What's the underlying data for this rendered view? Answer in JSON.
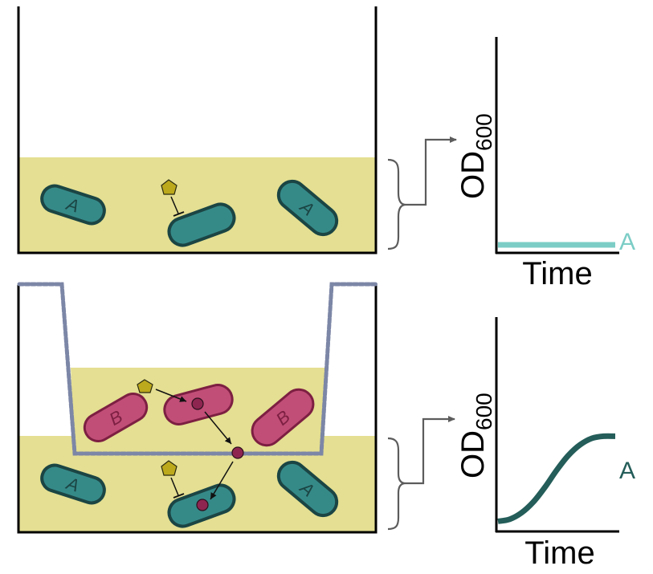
{
  "colors": {
    "medium": "#e4df92",
    "cell_a_fill": "#358a88",
    "cell_a_stroke": "#1b4544",
    "cell_b_fill": "#c14e77",
    "cell_b_stroke": "#7d1f42",
    "signal_fill": "#bca91c",
    "signal_stroke": "#2b2a10",
    "metabolite_fill": "#8e2550",
    "membrane": "#7c86a6",
    "bracket": "#5c5c5c",
    "curve_top": "#7ccdc6",
    "curve_bottom": "#245d59"
  },
  "panels": [
    {
      "name": "monoculture",
      "cells": [
        {
          "strain": "A",
          "label": "A"
        },
        {
          "strain": "A",
          "label": ""
        },
        {
          "strain": "A",
          "label": "A"
        }
      ],
      "chart": {
        "ylabel_main": "OD",
        "ylabel_sub": "600",
        "xlabel": "Time",
        "series_label": "A"
      }
    },
    {
      "name": "coculture-transwell",
      "cells_insert": [
        {
          "strain": "B",
          "label": "B"
        },
        {
          "strain": "B",
          "label": ""
        },
        {
          "strain": "B",
          "label": "B"
        }
      ],
      "cells_bottom": [
        {
          "strain": "A",
          "label": "A"
        },
        {
          "strain": "A",
          "label": ""
        },
        {
          "strain": "A",
          "label": "A"
        }
      ],
      "chart": {
        "ylabel_main": "OD",
        "ylabel_sub": "600",
        "xlabel": "Time",
        "series_label": "A"
      }
    }
  ],
  "chart_data": [
    {
      "type": "line",
      "title": "",
      "xlabel": "Time",
      "ylabel": "OD600",
      "series": [
        {
          "name": "A",
          "x": [
            0,
            0.25,
            0.5,
            0.75,
            1.0
          ],
          "values": [
            0.03,
            0.03,
            0.03,
            0.03,
            0.03
          ]
        }
      ],
      "xlim": [
        0,
        1
      ],
      "ylim": [
        0,
        1
      ],
      "grid": false,
      "legend": "right-end"
    },
    {
      "type": "line",
      "title": "",
      "xlabel": "Time",
      "ylabel": "OD600",
      "series": [
        {
          "name": "A",
          "x": [
            0,
            0.1,
            0.2,
            0.3,
            0.4,
            0.5,
            0.6,
            0.7,
            0.8,
            0.9,
            1.0
          ],
          "values": [
            0.04,
            0.05,
            0.08,
            0.13,
            0.2,
            0.28,
            0.35,
            0.4,
            0.43,
            0.44,
            0.44
          ]
        }
      ],
      "xlim": [
        0,
        1
      ],
      "ylim": [
        0,
        1
      ],
      "grid": false,
      "legend": "right-end"
    }
  ]
}
